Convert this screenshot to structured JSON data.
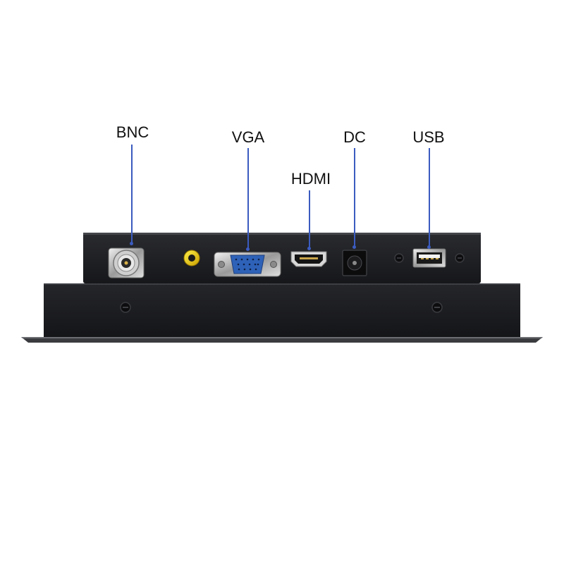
{
  "ports": [
    {
      "id": "bnc",
      "label": "BNC"
    },
    {
      "id": "vga",
      "label": "VGA"
    },
    {
      "id": "hdmi",
      "label": "HDMI"
    },
    {
      "id": "dc",
      "label": "DC"
    },
    {
      "id": "usb",
      "label": "USB"
    }
  ],
  "colors": {
    "leader": "#3b5bbf",
    "chassis": "#1a1b1e",
    "vga_connector": "#2e62b8",
    "av_jack": "#e6c200"
  }
}
